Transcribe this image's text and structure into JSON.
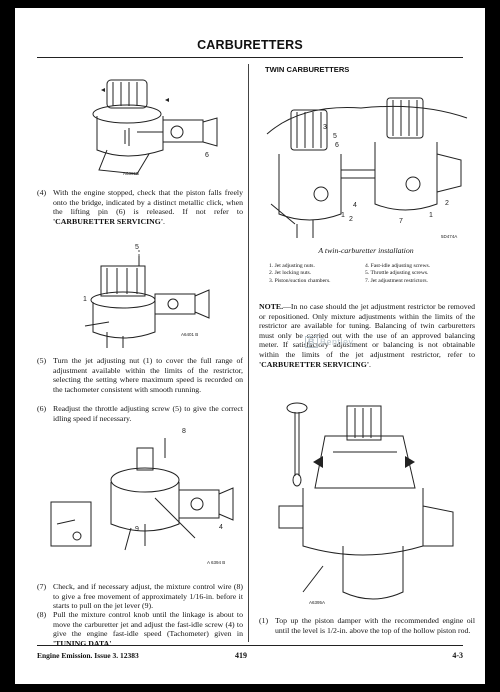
{
  "header": {
    "title": "CARBURETTERS"
  },
  "left": {
    "fig1_code": "A6395B",
    "fig2_code": "A6401 B",
    "fig3_code": "A 6394 B",
    "fig1_callout": "6",
    "fig2_callouts": [
      "5",
      "1"
    ],
    "fig3_callouts": [
      "8",
      "9",
      "4"
    ],
    "p4": {
      "num": "(4)",
      "text": "With the engine stopped, check that the piston falls freely onto the bridge, indicated by a distinct metallic click, when the lifting pin (6) is released. If not refer to ",
      "ref": "'CARBURETTER SERVICING'",
      "end": "."
    },
    "p5": {
      "num": "(5)",
      "text": "Turn the jet adjusting nut (1) to cover the full range of adjustment available within the limits of the restrictor, selecting the setting where maximum speed is recorded on the tachometer consistent with smooth running."
    },
    "p6": {
      "num": "(6)",
      "text": "Readjust the throttle adjusting screw (5) to give the correct idling speed if necessary."
    },
    "p7": {
      "num": "(7)",
      "text": "Check, and if necessary adjust, the mixture control wire (8) to give a free movement of approximately 1/16-in. before it starts to pull on the jet lever (9)."
    },
    "p8": {
      "num": "(8)",
      "text": "Pull the mixture control knob until the linkage is about to move the carburetter jet and adjust the fast-idle screw (4) to give the engine fast-idle speed (Tachometer) given in ",
      "ref": "'TUNING DATA'",
      "end": "."
    }
  },
  "right": {
    "subheading": "TWIN CARBURETTERS",
    "fig_code": "5D474A",
    "fig_callouts": [
      "3",
      "5",
      "6",
      "4",
      "2",
      "1",
      "2",
      "1",
      "7"
    ],
    "caption": "A twin-carburetter installation",
    "legend": [
      "1.  Jet adjusting nuts.",
      "4.  Fast-idle adjusting screws.",
      "2.  Jet locking nuts.",
      "5.  Throttle adjusting screws.",
      "3.  Piston/suction chambers.",
      "7.  Jet adjustment restrictors."
    ],
    "note": {
      "lead": "NOTE.",
      "text": "—In no case should the jet adjustment restrictor be removed or repositioned. Only mixture adjustments within the limits of the restrictor are available for tuning. Balancing of twin carburetters must only be carried out with the use of an approved balancing meter. If satisfactory adjustment or balancing is not obtainable within the limits of the jet adjustment restrictor, refer to ",
      "ref": "'CARBURETTER SERVICING'",
      "end": "."
    },
    "watermark_letter": "B",
    "watermark_text": "Bentley",
    "fig_code2": "A6395A",
    "p1": {
      "num": "(1)",
      "text": "Top up the piston damper with the recommended engine oil until the level is 1/2-in. above the top of the hollow piston rod."
    }
  },
  "footer": {
    "left": "Engine Emission.  Issue 3.  12383",
    "center": "419",
    "right": "4-3"
  }
}
